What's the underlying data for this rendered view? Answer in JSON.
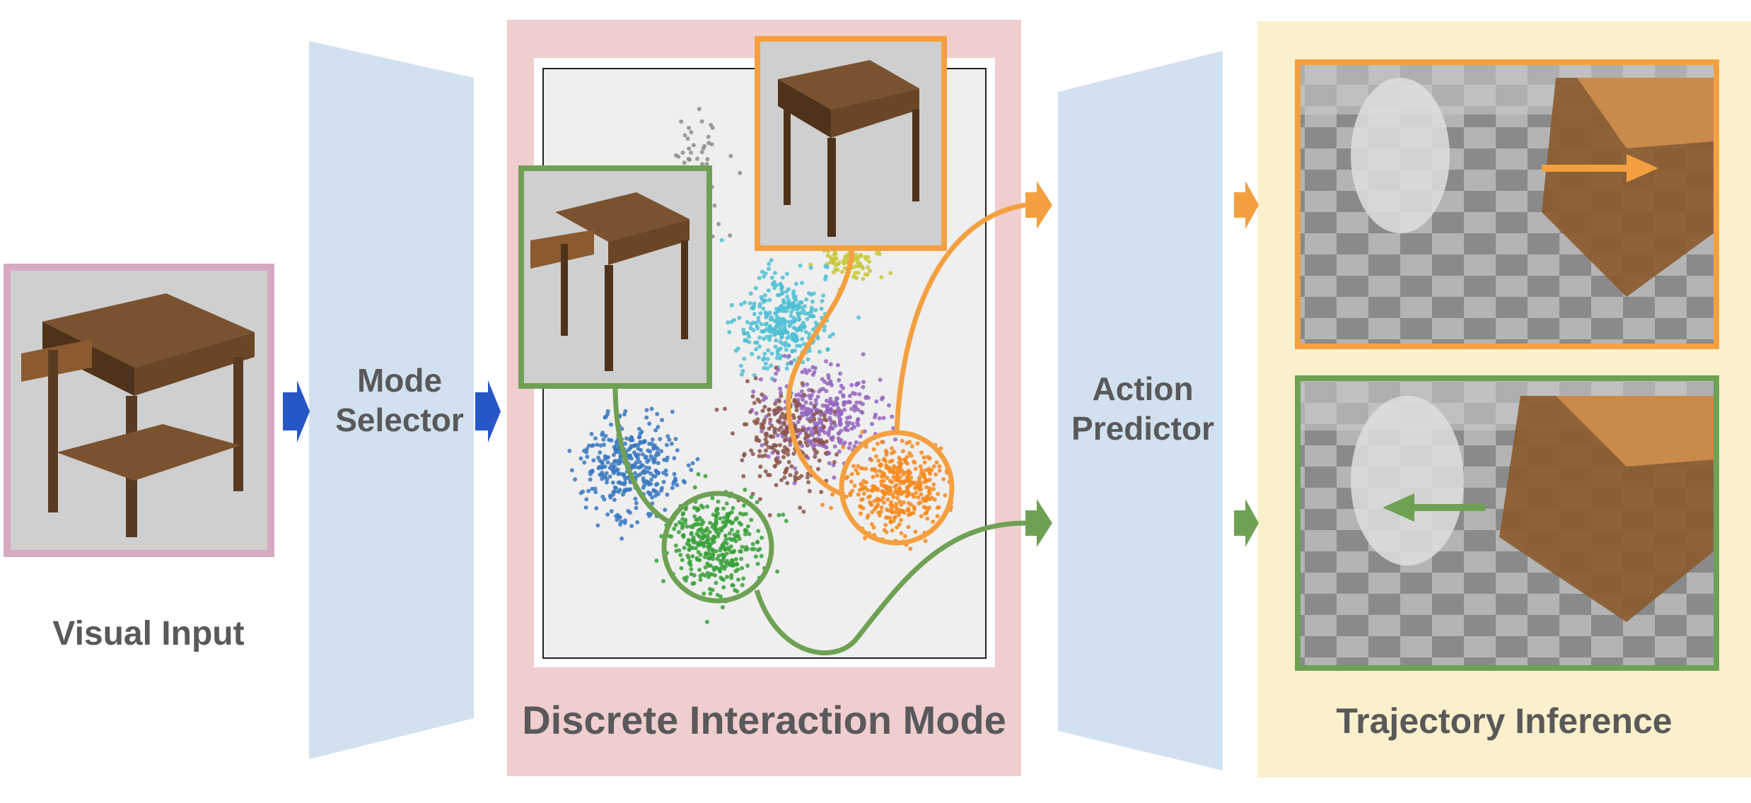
{
  "labels": {
    "visual_input": "Visual Input",
    "mode_selector_line1": "Mode",
    "mode_selector_line2": "Selector",
    "discrete_interaction_mode": "Discrete Interaction Mode",
    "action_predictor_line1": "Action",
    "action_predictor_line2": "Predictor",
    "trajectory_inference": "Trajectory Inference"
  },
  "colors": {
    "orange": "#F4A040",
    "green": "#6FA154",
    "blue_arrow": "#2756C7",
    "panel_blue": "#D2E1F0",
    "panel_pink": "#F0CDCE",
    "panel_yellow": "#FBF0CC",
    "input_frame": "#D7A9C1",
    "text": "#595959"
  },
  "clusters": [
    {
      "name": "gray",
      "color": "#8c8c8c"
    },
    {
      "name": "yellow",
      "color": "#c8c83c"
    },
    {
      "name": "cyan",
      "color": "#4fc0d4"
    },
    {
      "name": "purple",
      "color": "#9467bd"
    },
    {
      "name": "brown",
      "color": "#8c564b"
    },
    {
      "name": "blue",
      "color": "#3a78c0"
    },
    {
      "name": "green",
      "color": "#3aa03a"
    },
    {
      "name": "orange",
      "color": "#f58a1f"
    }
  ]
}
